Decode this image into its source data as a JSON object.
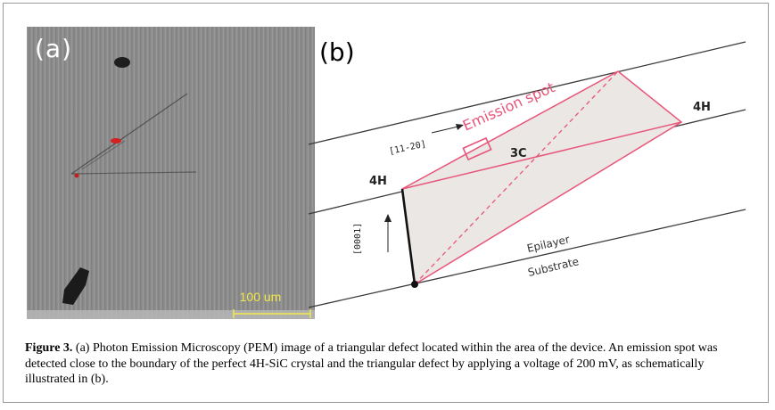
{
  "figure": {
    "panel_a": {
      "label": "(a)",
      "scale_bar": "100 um"
    },
    "panel_b": {
      "label": "(b)",
      "labels": {
        "emission_spot": "Emission spot",
        "direction_11_20": "[11-20]",
        "direction_0001": "[0001]",
        "polytype_3c": "3C",
        "polytype_4h_left": "4H",
        "polytype_4h_right": "4H",
        "epilayer": "Epilayer",
        "substrate": "Substrate"
      },
      "colors": {
        "defect_outline": "#e8557a",
        "defect_fill": "#ebe7e4",
        "lines": "#3a3a3a"
      }
    },
    "caption": {
      "label": "Figure 3.",
      "text": " (a) Photon Emission Microscopy (PEM) image of a triangular defect located within the area of the device. An emission spot was detected close to the boundary of the perfect 4H-SiC crystal and the triangular defect by applying a voltage of 200 mV, as schematically illustrated in (b)."
    }
  }
}
